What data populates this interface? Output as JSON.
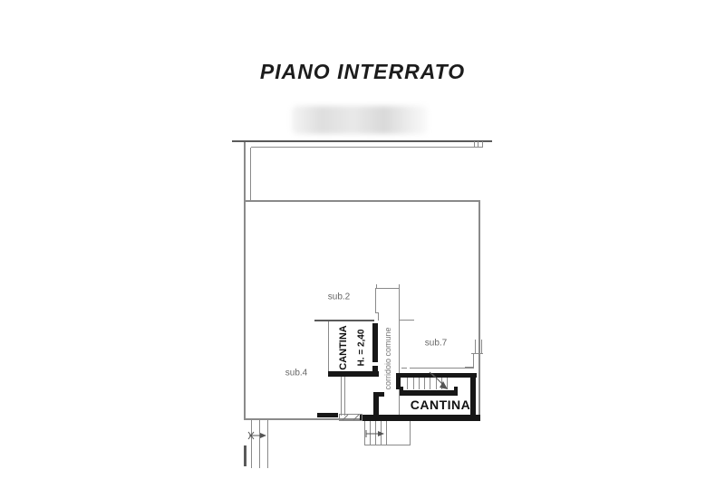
{
  "title": "PIANO INTERRATO",
  "plan": {
    "labels": {
      "sub2": "sub.2",
      "sub4": "sub.4",
      "sub7": "sub.7",
      "corridor": "corridoio comune",
      "storage_room": "CANTINA",
      "storage_room_height": "H. = 2,40",
      "cellar_room": "CANTINA"
    },
    "colors": {
      "line_gray": "#8a8a8a",
      "line_dark": "#5a5a5a",
      "wall_black": "#171717",
      "label_gray": "#666666",
      "title_color": "#1c1c1c",
      "watermark_gray": "#e0e0e0"
    }
  }
}
